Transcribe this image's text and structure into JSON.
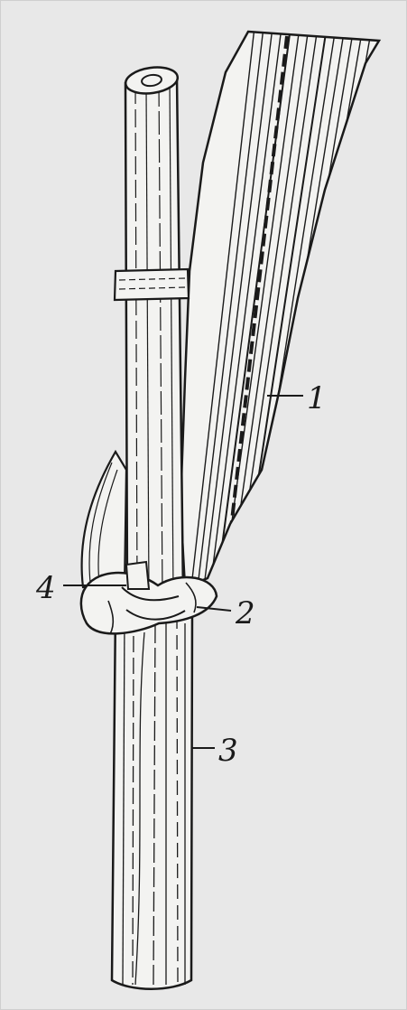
{
  "figure": {
    "subject": "stem-with-leaf-sheath-and-ligule",
    "colors": {
      "background": "#e8e8e8",
      "ink": "#1a1a1a",
      "paper": "#f3f3f1"
    }
  },
  "callouts": [
    {
      "id": "1",
      "label": "1"
    },
    {
      "id": "2",
      "label": "2"
    },
    {
      "id": "3",
      "label": "3"
    },
    {
      "id": "4",
      "label": "4"
    }
  ]
}
